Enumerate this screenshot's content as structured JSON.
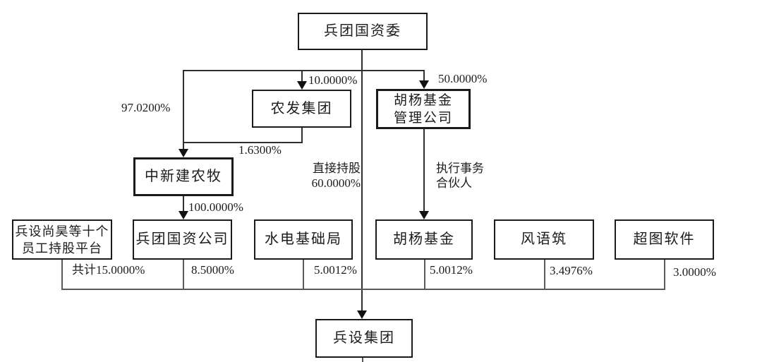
{
  "diagram": {
    "nodes": {
      "bingtuan_guoziwei": {
        "label": "兵团国资委"
      },
      "nongfa_group": {
        "label": "农发集团"
      },
      "huyang_mgmt": {
        "label_line1": "胡杨基金",
        "label_line2": "管理公司"
      },
      "zhongxinjian": {
        "label": "中新建农牧"
      },
      "esop_platform": {
        "label_line1": "兵设尚昊等十个",
        "label_line2": "员工持股平台"
      },
      "guozi_company": {
        "label": "兵团国资公司"
      },
      "shuidian_bureau": {
        "label": "水电基础局"
      },
      "huyang_fund": {
        "label": "胡杨基金"
      },
      "fengyuzhu": {
        "label": "风语筑"
      },
      "chaotu_software": {
        "label": "超图软件"
      },
      "bingshe_group": {
        "label": "兵设集团"
      }
    },
    "edge_labels": {
      "pct_97_02": "97.0200%",
      "pct_10": "10.0000%",
      "pct_50": "50.0000%",
      "pct_1_63": "1.6300%",
      "pct_100": "100.0000%",
      "direct_holding_line1": "直接持股",
      "direct_holding_line2": "60.0000%",
      "executive_partner_line1": "执行事务",
      "executive_partner_line2": "合伙人",
      "pct_total_15": "共计15.0000%",
      "pct_8_5": "8.5000%",
      "pct_5_0012_a": "5.0012%",
      "pct_5_0012_b": "5.0012%",
      "pct_3_4976": "3.4976%",
      "pct_3_0": "3.0000%"
    },
    "colors": {
      "background": "#ffffff",
      "box_border": "#1a1a1a",
      "main_line": "#2f2f2f",
      "thin_line": "#5a5a5a",
      "text": "#1c1c1c"
    }
  }
}
